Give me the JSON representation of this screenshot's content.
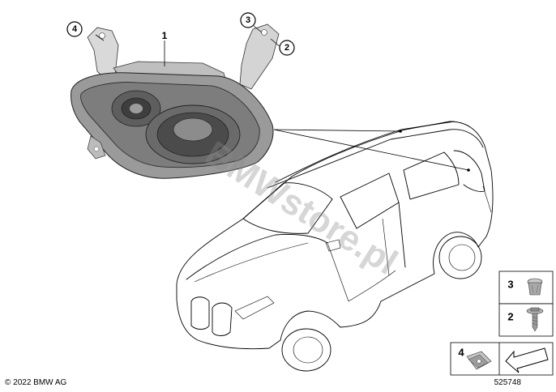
{
  "diagram": {
    "callouts": [
      {
        "id": "callout-1",
        "label": "1"
      },
      {
        "id": "callout-2",
        "label": "2"
      },
      {
        "id": "callout-3",
        "label": "3"
      },
      {
        "id": "callout-4",
        "label": "4"
      }
    ],
    "parts_legend": [
      {
        "label": "3",
        "part": "expanding-nut"
      },
      {
        "label": "2",
        "part": "screw-with-washer"
      },
      {
        "label": "4",
        "part": "clip-nut"
      }
    ],
    "watermark": "BMWstore.pl",
    "copyright": "© 2022 BMW AG",
    "diagram_number": "525748"
  }
}
